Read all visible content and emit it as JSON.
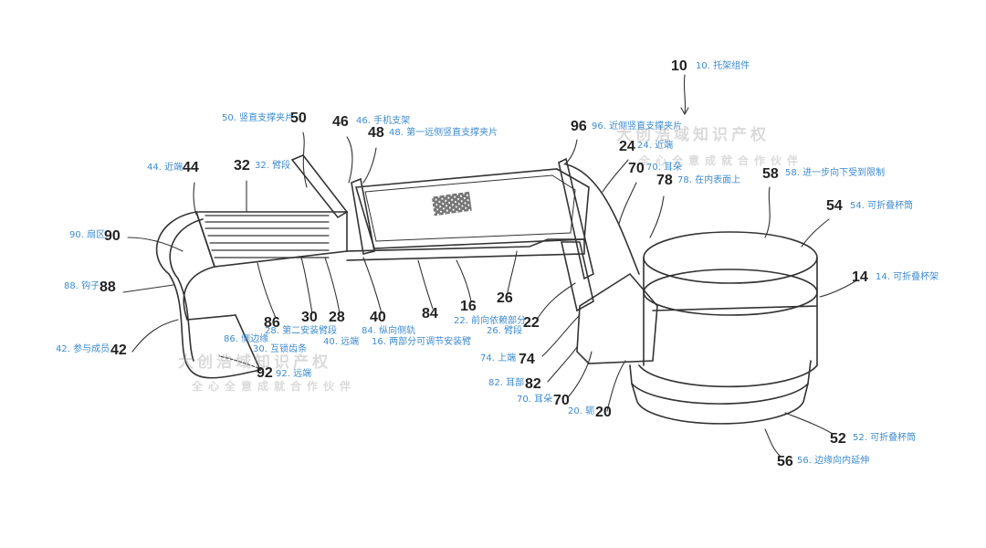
{
  "figure": {
    "callouts": [
      {
        "id": "c10",
        "number": "10",
        "label": "10. 托架组件"
      },
      {
        "id": "c50",
        "number": "50",
        "label": "50. 竖直支撑夹片"
      },
      {
        "id": "c46",
        "number": "46",
        "label": "46. 手机支架"
      },
      {
        "id": "c48",
        "number": "48",
        "label": "48. 第一远侧竖直支撑夹片"
      },
      {
        "id": "c44",
        "number": "44",
        "label": "44. 近端"
      },
      {
        "id": "c32",
        "number": "32",
        "label": "32. 臂段"
      },
      {
        "id": "c90",
        "number": "90",
        "label": "90. 扇区"
      },
      {
        "id": "c88",
        "number": "88",
        "label": "88. 钩子"
      },
      {
        "id": "c42",
        "number": "42",
        "label": "42. 参与成员"
      },
      {
        "id": "c86",
        "number": "86",
        "label": "86. 侧边缘"
      },
      {
        "id": "c30",
        "number": "30",
        "label": "30. 互锁齿条"
      },
      {
        "id": "c28",
        "number": "28",
        "label": "28. 第二安装臂段"
      },
      {
        "id": "c40",
        "number": "40",
        "label": "40. 远端"
      },
      {
        "id": "c84",
        "number": "84",
        "label": "84. 纵向侧轨"
      },
      {
        "id": "c16",
        "number": "16",
        "label": "16. 两部分可调节安装臂"
      },
      {
        "id": "c26",
        "number": "26",
        "label": "26. 臂段"
      },
      {
        "id": "c22",
        "number": "22",
        "label": "22. 前向依赖部分"
      },
      {
        "id": "c92",
        "number": "92",
        "label": "92. 远端"
      },
      {
        "id": "c74",
        "number": "74",
        "label": "74. 上端"
      },
      {
        "id": "c82",
        "number": "82",
        "label": "82. 耳部"
      },
      {
        "id": "c70b",
        "number": "70",
        "label": "70. 耳朵"
      },
      {
        "id": "c20",
        "number": "20",
        "label": "20. 轭"
      },
      {
        "id": "c96",
        "number": "96",
        "label": "96. 近侧竖直支撑夹片"
      },
      {
        "id": "c24",
        "number": "24",
        "label": "24. 近端"
      },
      {
        "id": "c70a",
        "number": "70",
        "label": "70. 耳朵"
      },
      {
        "id": "c78",
        "number": "78",
        "label": "78. 在内表面上"
      },
      {
        "id": "c58",
        "number": "58",
        "label": "58. 进一步向下受到限制"
      },
      {
        "id": "c54",
        "number": "54",
        "label": "54. 可折叠杯筒"
      },
      {
        "id": "c14",
        "number": "14",
        "label": "14. 可折叠杯架"
      },
      {
        "id": "c52",
        "number": "52",
        "label": "52. 可折叠杯筒"
      },
      {
        "id": "c56",
        "number": "56",
        "label": "56. 边缘向内延伸"
      }
    ]
  },
  "watermark": {
    "company": "大创浩域知识产权",
    "slogan": "全心全意成就合作伙伴"
  },
  "colors": {
    "label": "#3d8bd0",
    "number": "#222222",
    "line": "#333333"
  }
}
